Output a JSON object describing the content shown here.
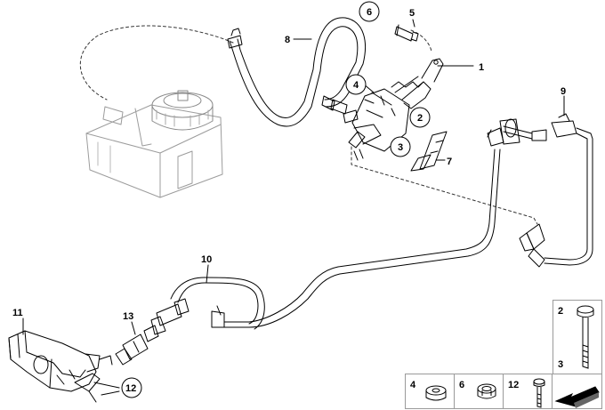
{
  "callouts": {
    "c1": "1",
    "c2": "2",
    "c3": "3",
    "c4": "4",
    "c5": "5",
    "c6": "6",
    "c7": "7",
    "c8": "8",
    "c9": "9",
    "c10": "10",
    "c11": "11",
    "c12": "12",
    "c13": "13"
  },
  "legend": {
    "tall": {
      "top": "2",
      "bottom": "3"
    },
    "row": {
      "a": "4",
      "b": "6",
      "c": "12"
    }
  },
  "colors": {
    "line": "#000000",
    "dash": "#333333",
    "box": "#9a9a9a"
  }
}
